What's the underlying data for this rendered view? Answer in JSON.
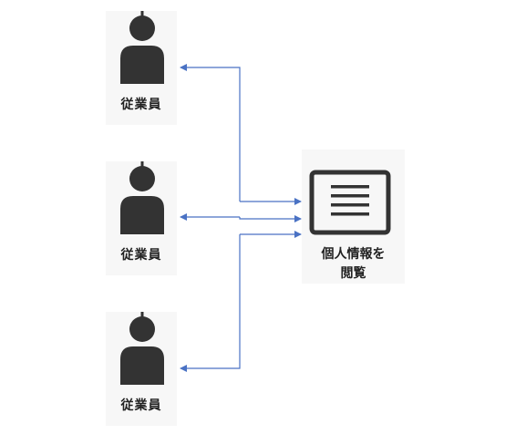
{
  "employees": [
    {
      "label": "従業員",
      "icon": "person-icon"
    },
    {
      "label": "従業員",
      "icon": "person-icon"
    },
    {
      "label": "従業員",
      "icon": "person-icon"
    }
  ],
  "document": {
    "icon": "document-icon",
    "label_line1": "個人情報を",
    "label_line2": "閲覧"
  },
  "colors": {
    "icon_fill": "#333333",
    "connector": "#4a72c4",
    "card_background": "#f7f7f7",
    "text": "#222222"
  }
}
